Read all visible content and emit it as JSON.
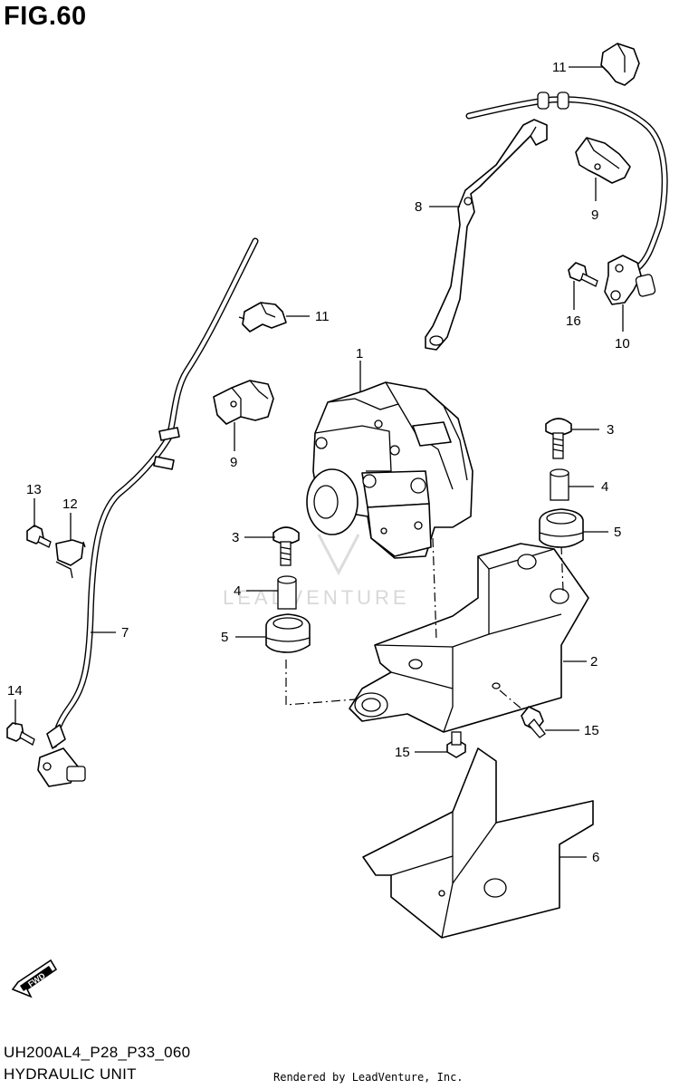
{
  "figure": {
    "title": "FIG.60",
    "code": "UH200AL4_P28_P33_060",
    "name": "HYDRAULIC UNIT"
  },
  "footer": {
    "rendered_by": "Rendered by LeadVenture, Inc."
  },
  "watermark": {
    "text": "LEADVENTURE"
  },
  "fwd_label": "FWD",
  "callouts": [
    {
      "id": "c1",
      "number": "1"
    },
    {
      "id": "c2",
      "number": "2"
    },
    {
      "id": "c3a",
      "number": "3"
    },
    {
      "id": "c3b",
      "number": "3"
    },
    {
      "id": "c4a",
      "number": "4"
    },
    {
      "id": "c4b",
      "number": "4"
    },
    {
      "id": "c5a",
      "number": "5"
    },
    {
      "id": "c5b",
      "number": "5"
    },
    {
      "id": "c6",
      "number": "6"
    },
    {
      "id": "c7",
      "number": "7"
    },
    {
      "id": "c8",
      "number": "8"
    },
    {
      "id": "c9a",
      "number": "9"
    },
    {
      "id": "c9b",
      "number": "9"
    },
    {
      "id": "c10",
      "number": "10"
    },
    {
      "id": "c11a",
      "number": "11"
    },
    {
      "id": "c11b",
      "number": "11"
    },
    {
      "id": "c12",
      "number": "12"
    },
    {
      "id": "c13",
      "number": "13"
    },
    {
      "id": "c14",
      "number": "14"
    },
    {
      "id": "c15a",
      "number": "15"
    },
    {
      "id": "c15b",
      "number": "15"
    },
    {
      "id": "c16",
      "number": "16"
    }
  ]
}
